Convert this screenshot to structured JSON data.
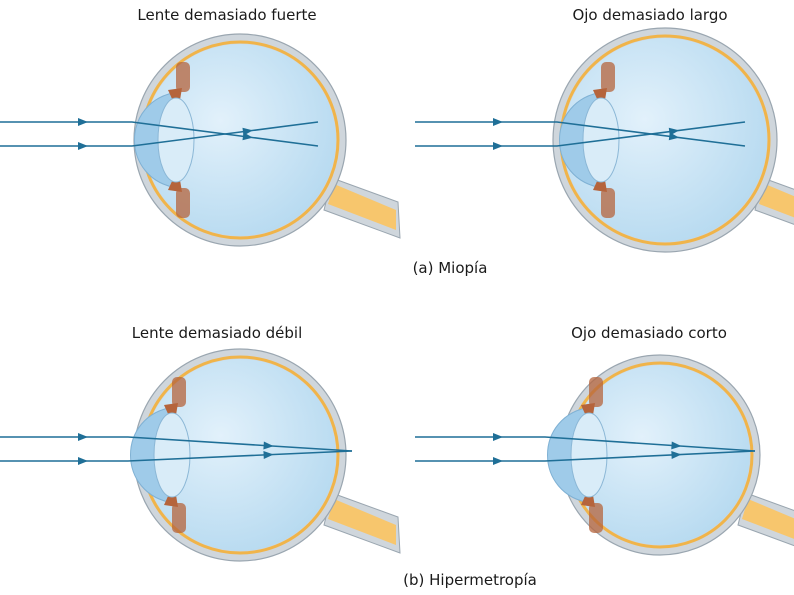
{
  "sections": [
    {
      "caption": "(a) Miopía",
      "panels": [
        {
          "label": "Lente demasiado fuerte",
          "rays_end": "cross_before_retina"
        },
        {
          "label": "Ojo demasiado largo",
          "rays_end": "cross_before_retina"
        }
      ]
    },
    {
      "caption": "(b) Hipermetropía",
      "panels": [
        {
          "label": "Lente demasiado débil",
          "rays_end": "focus_behind_retina"
        },
        {
          "label": "Ojo demasiado corto",
          "rays_end": "focus_behind_retina"
        }
      ]
    }
  ],
  "colors": {
    "ray": "#1f6f97",
    "sclera": "#cfd6dc",
    "retina": "#f0b44a",
    "vitreous": "#b7daf0",
    "lens": "#d9ecf8",
    "cornea": "#9fcbe9",
    "iris": "#b5643c",
    "nerve": "#f7c66d"
  }
}
